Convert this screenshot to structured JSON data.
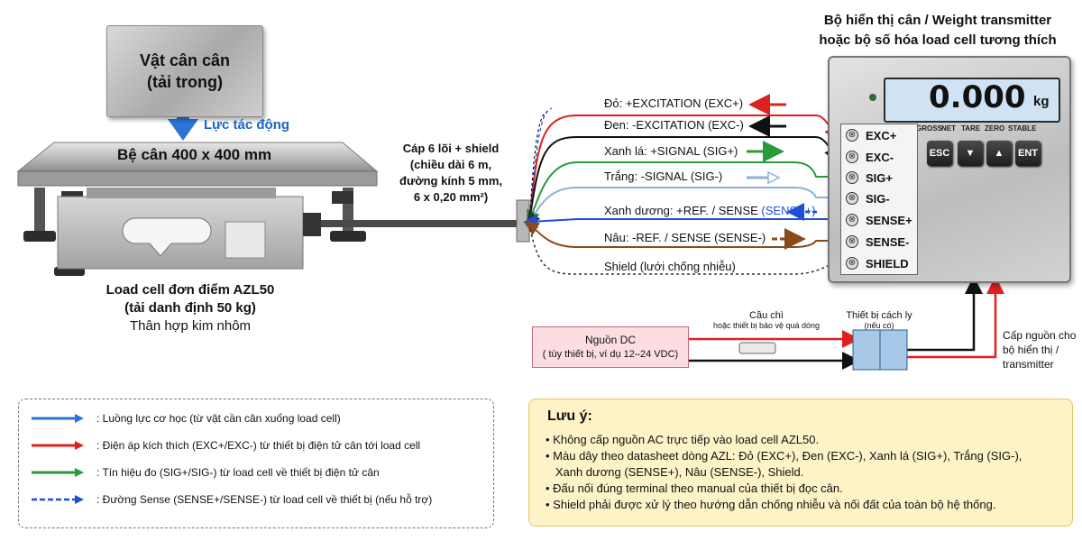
{
  "weight": {
    "line1": "Vật cân cân",
    "line2": "(tải trong)"
  },
  "force_label": "Lực tác động",
  "platform_label": "Bệ cân 400 x 400 mm",
  "cable": {
    "line1": "Cáp 6 lõi + shield",
    "line2": "(chiều dài 6 m,",
    "line3": "đường kính 5 mm,",
    "line4": "6 x 0,20 mm²)"
  },
  "load_cell": {
    "line1": "Load cell đơn điểm AZL50",
    "line2": "(tải danh định 50 kg)",
    "line3": "Thân hợp kim nhôm"
  },
  "display": {
    "title1": "Bộ hiển thị cân / Weight transmitter",
    "title2": "hoặc bộ số hóa load cell tương thích",
    "value": "0.000",
    "unit": "kg",
    "status": [
      "GROSS",
      "NET",
      "TARE",
      "ZERO",
      "STABLE"
    ],
    "keys": [
      "ESC",
      "▼",
      "▲",
      "ENT"
    ]
  },
  "terminals": [
    "EXC+",
    "EXC-",
    "SIG+",
    "SIG-",
    "SENSE+",
    "SENSE-",
    "SHIELD"
  ],
  "wires": [
    {
      "label": "Đỏ: +EXCITATION (EXC+)",
      "color": "#e02020"
    },
    {
      "label": "Đen: -EXCITATION (EXC-)",
      "color": "#111111"
    },
    {
      "label": "Xanh lá: +SIGNAL (SIG+)",
      "color": "#2a9a3a"
    },
    {
      "label": "Trắng: -SIGNAL (SIG-)",
      "color": "#8fb0d8"
    },
    {
      "label_prefix": "Xanh dương: +REF. / SENSE ",
      "label_suffix": "(SENSE+)",
      "color": "#1f4fd8"
    },
    {
      "label": "Nâu: -REF. / SENSE (SENSE-)",
      "color": "#8a4a1a"
    },
    {
      "label": "Shield (lưới chống nhiễu)",
      "color": "#333333"
    }
  ],
  "power": {
    "dc_line1": "Nguồn DC",
    "dc_line2": "( tùy thiết bị, ví dụ 12–24 VDC)",
    "fuse_line1": "Cầu chì",
    "fuse_line2": "hoặc thiết bị bảo vệ quá dòng",
    "iso_line1": "Thiết bị cách ly",
    "iso_line2": "(nếu có)",
    "supply_line1": "Cấp nguồn cho",
    "supply_line2": "bộ hiển thị /",
    "supply_line3": "transmitter"
  },
  "legend": [
    {
      "text": ": Luồng lực cơ học (từ vật cần cân xuống load cell)",
      "color": "#2a74d8",
      "style": "solid"
    },
    {
      "text": ": Điện áp kích thích (EXC+/EXC-) từ thiết bị điện tử cân tới load cell",
      "color": "#e02020",
      "style": "solid"
    },
    {
      "text": ": Tín hiệu đo (SIG+/SIG-) từ load cell về thiết bị điện tử cân",
      "color": "#2a9a3a",
      "style": "solid"
    },
    {
      "text": ": Đường Sense (SENSE+/SENSE-) từ load cell về thiết bị (nếu hỗ trợ)",
      "color": "#1f4fd8",
      "style": "dashed"
    }
  ],
  "notes": {
    "title": "Lưu ý:",
    "items": [
      "• Không cấp nguồn AC trực tiếp vào load cell AZL50.",
      "• Màu dây theo datasheet dòng AZL: Đỏ (EXC+), Đen (EXC-), Xanh lá (SIG+), Trắng (SIG-),",
      "   Xanh dương (SENSE+), Nâu (SENSE-), Shield.",
      "• Đấu nối đúng terminal theo manual của thiết bị đọc cân.",
      "• Shield phải được xử lý theo hướng dẫn chống nhiễu và nối đất của toàn bộ hệ thống."
    ]
  }
}
